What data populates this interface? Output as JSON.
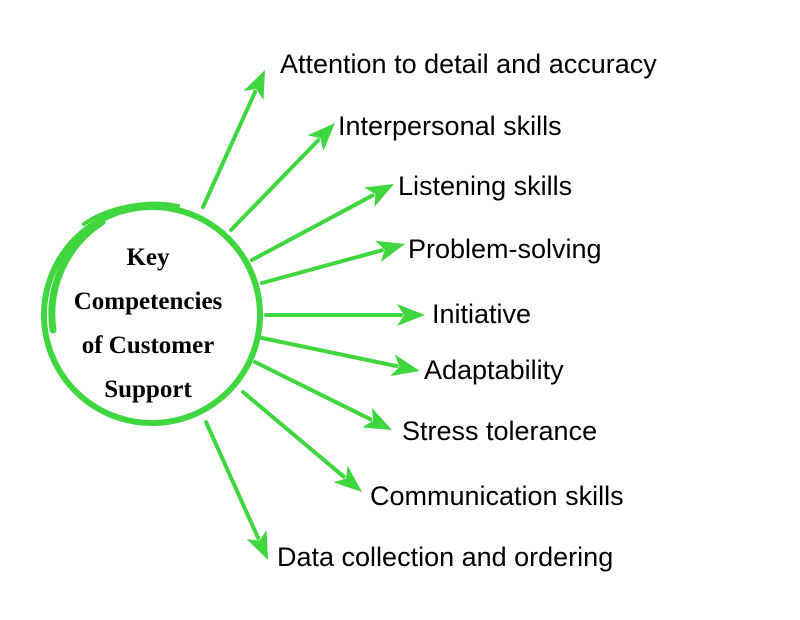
{
  "center": {
    "lines": [
      "Key",
      "Competencies",
      "of Customer",
      "Support"
    ]
  },
  "competencies": [
    "Attention to detail and accuracy",
    "Interpersonal skills",
    "Listening skills",
    "Problem-solving",
    "Initiative",
    "Adaptability",
    "Stress tolerance",
    "Communication skills",
    "Data collection and ordering"
  ],
  "colors": {
    "accent": "#3fd63f",
    "text": "#000000",
    "background": "#ffffff"
  }
}
